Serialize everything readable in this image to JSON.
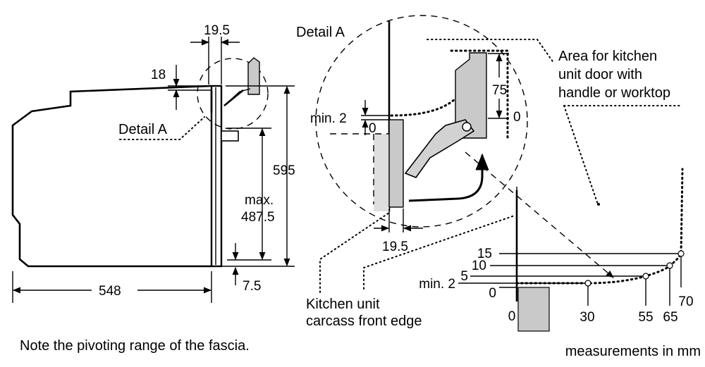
{
  "side_view": {
    "dim_top_gap": "19.5",
    "dim_fascia_offset": "18",
    "detail_label": "Detail A",
    "dim_height": "595",
    "dim_max_label": "max.",
    "dim_max_value": "487.5",
    "dim_bottom": "7.5",
    "dim_depth": "548"
  },
  "detail_view": {
    "title": "Detail A",
    "dim_75": "75",
    "dim_0_right": "0",
    "dim_min2": "min. 2",
    "dim_0_left": "0",
    "dim_19_5": "19.5",
    "area_label_line1": "Area for kitchen",
    "area_label_line2": "unit door with",
    "area_label_line3": "handle or worktop"
  },
  "range_chart": {
    "y_labels": [
      "15",
      "10",
      "5",
      "min. 2",
      "0"
    ],
    "x_labels": [
      "0",
      "30",
      "55",
      "65",
      "70"
    ]
  },
  "carcass_label_line1": "Kitchen unit",
  "carcass_label_line2": "carcass front edge",
  "note": "Note the pivoting range of the fascia.",
  "units_note": "measurements in mm"
}
